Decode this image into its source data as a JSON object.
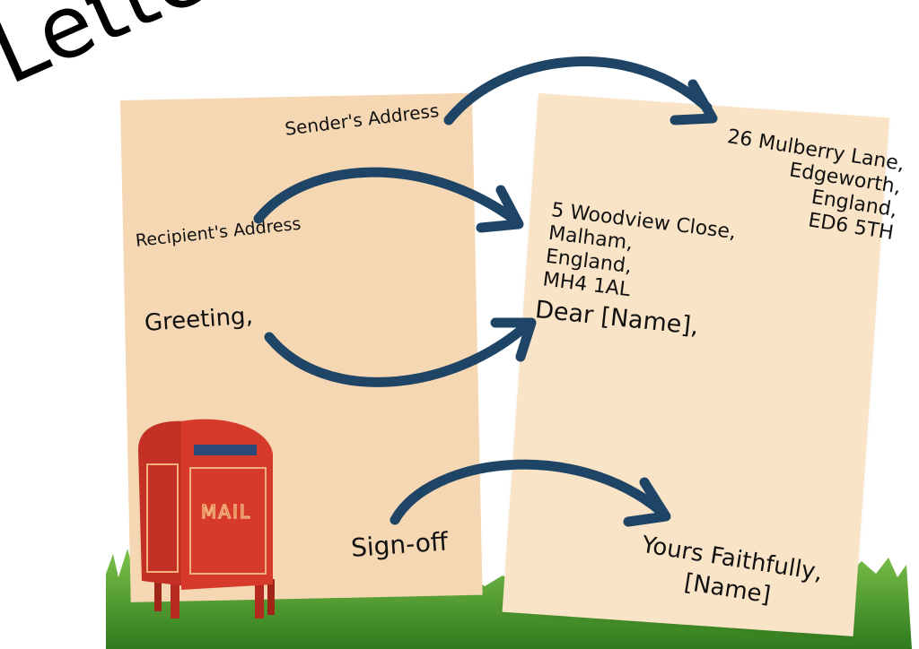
{
  "title": "Letters",
  "labels": {
    "sender": "Sender's Address",
    "recipient": "Recipient's Address",
    "greeting": "Greeting,",
    "signoff": "Sign-off"
  },
  "letter": {
    "sender_address": [
      "26 Mulberry Lane,",
      "Edgeworth,",
      "England,",
      "ED6 5TH"
    ],
    "recipient_address": [
      "5 Woodview Close,",
      "Malham,",
      "England,",
      "MH4 1AL"
    ],
    "greeting": "Dear [Name],",
    "signoff": [
      "Yours Faithfully,",
      "[Name]"
    ]
  },
  "mailbox": {
    "label": "MAIL"
  },
  "colors": {
    "arrow": "#1e4466",
    "paper_left": "#f6d7b3",
    "paper_right": "#fae4c7",
    "mailbox": "#d03426",
    "grass": "#5ea83a"
  },
  "icons": {
    "mailbox": "mailbox-icon",
    "grass": "grass-decoration"
  }
}
